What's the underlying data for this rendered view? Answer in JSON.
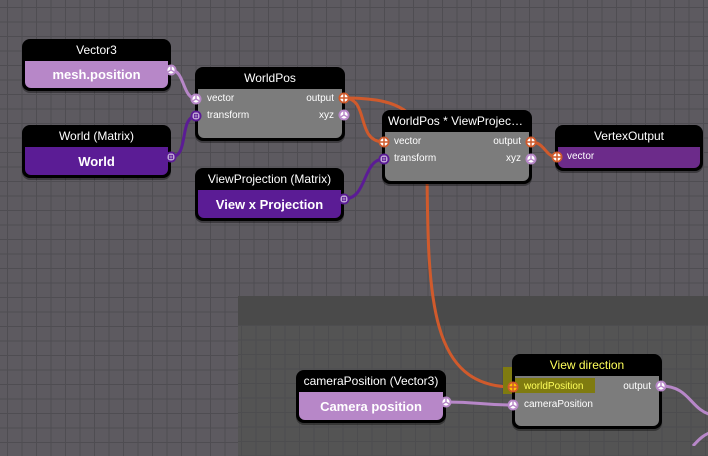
{
  "colors": {
    "vector3": "#b787c8",
    "matrix": "#5b1c95",
    "vector4": "#d05a2c",
    "node_body": "#7c7c7c",
    "highlight": "#7f7b10"
  },
  "nodes": {
    "vector3": {
      "title": "Vector3",
      "value": "mesh.position"
    },
    "world": {
      "title": "World (Matrix)",
      "value": "World"
    },
    "worldpos": {
      "title": "WorldPos",
      "inputs": [
        "vector",
        "transform"
      ],
      "outputs": [
        "output",
        "xyz"
      ]
    },
    "viewprojection": {
      "title": "ViewProjection (Matrix)",
      "value": "View x Projection"
    },
    "worldpos_vp": {
      "title": "WorldPos * ViewProjectio...",
      "inputs": [
        "vector",
        "transform"
      ],
      "outputs": [
        "output",
        "xyz"
      ]
    },
    "vertexoutput": {
      "title": "VertexOutput",
      "inputs": [
        "vector"
      ]
    },
    "cameraposition": {
      "title": "cameraPosition (Vector3)",
      "value": "Camera position"
    },
    "viewdirection": {
      "title": "View direction",
      "inputs": [
        "worldPosition",
        "cameraPosition"
      ],
      "outputs": [
        "output"
      ]
    }
  },
  "icons": {
    "vector3_port": "vector3-port-icon",
    "matrix_port": "matrix-port-icon",
    "vector4_port": "vector4-port-icon"
  }
}
